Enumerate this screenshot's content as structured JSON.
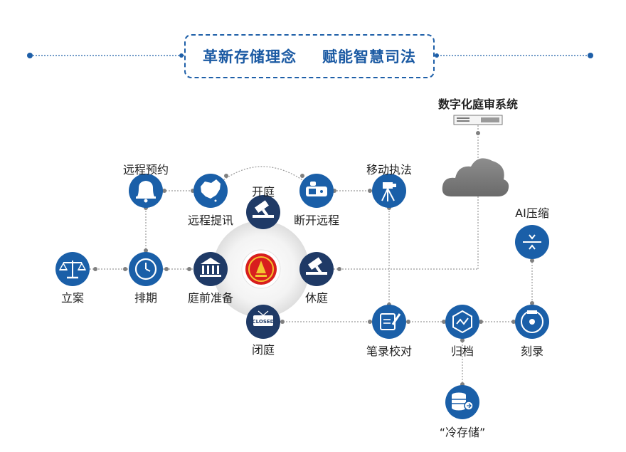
{
  "title": {
    "part1": "革新存储理念",
    "part2": "赋能智慧司法"
  },
  "system": {
    "label": "数字化庭审系统"
  },
  "nodes": {
    "lian": "立案",
    "paiqi": "排期",
    "yuancheng_yuyue": "远程预约",
    "yuancheng_tixun": "远程提讯",
    "kaiting": "开庭",
    "duankai_yuancheng": "断开远程",
    "yidong_zhifa": "移动执法",
    "tingqian_zhunbei": "庭前准备",
    "xiuting": "休庭",
    "biting": "闭庭",
    "bilu_jiaodui": "笔录校对",
    "guidang": "归档",
    "kelu": "刻录",
    "ai_yasuo": "AI压缩",
    "leng_cunchu": "“冷存储”"
  },
  "icon_text": {
    "close_sign": "CLOSED"
  },
  "colors": {
    "node": "#1a5fa8",
    "line": "#9a9a9a",
    "title": "#1b5aa3",
    "cloud": "#7a7a7a",
    "emblem": "#d81e1e"
  }
}
